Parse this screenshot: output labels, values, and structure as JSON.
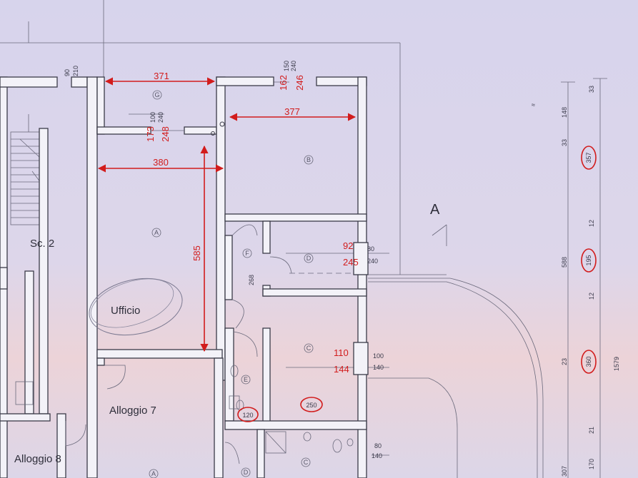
{
  "labels": {
    "stair": "Sc. 2",
    "office": "Ufficio",
    "alloggio7": "Alloggio 7",
    "alloggio8": "Alloggio 8",
    "north": "A"
  },
  "rooms": {
    "G": "G",
    "B": "B",
    "A": "A",
    "F": "F",
    "D": "D",
    "C": "C",
    "E": "E",
    "A2": "A",
    "C2": "C",
    "D2": "D"
  },
  "red_dimensions": {
    "d371": "371",
    "d377": "377",
    "d380": "380",
    "d585": "585",
    "d173": "173",
    "d248": "248",
    "d162": "162",
    "d246": "246",
    "d92": "92",
    "d245": "245",
    "d110": "110",
    "d144": "144",
    "d120": "120",
    "d250": "250",
    "d357": "357",
    "d195": "195",
    "d360": "360"
  },
  "print_dimensions": {
    "top_90": "90",
    "top_210": "210",
    "g_100": "100",
    "g_240": "240",
    "b_150": "150",
    "b_240": "240",
    "d_80": "80",
    "d_240": "240",
    "f_268": "268",
    "c_100": "100",
    "c_140": "140",
    "bot_80": "80",
    "bot_140": "140",
    "r_33a": "33",
    "r_148": "148",
    "r_33b": "33",
    "r_12a": "12",
    "r_588": "588",
    "r_12b": "12",
    "r_23": "23",
    "r_1579": "1579",
    "r_21": "21",
    "r_307": "307",
    "r_170": "170"
  }
}
